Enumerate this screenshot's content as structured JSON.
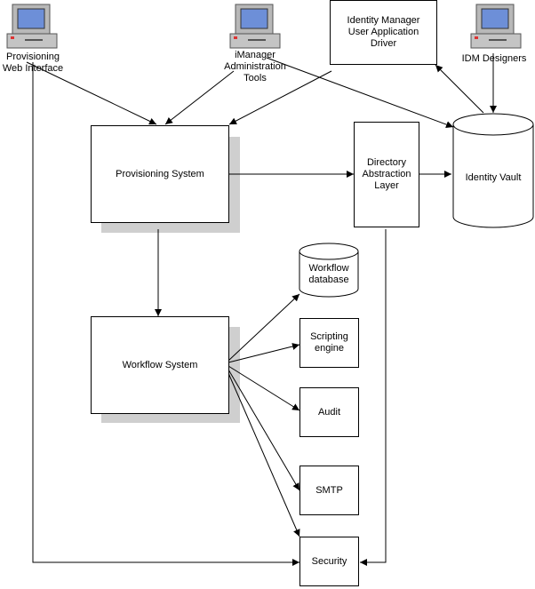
{
  "computers": {
    "provisioning_web": "Provisioning\nWeb Interface",
    "imanager": "iManager\nAdministration\nTools",
    "idm_designers": "IDM Designers"
  },
  "boxes": {
    "idm_driver": "Identity Manager\nUser Application\nDriver",
    "provisioning_system": "Provisioning System",
    "directory_abstraction": "Directory\nAbstraction\nLayer",
    "workflow_system": "Workflow System",
    "scripting_engine": "Scripting\nengine",
    "audit": "Audit",
    "smtp": "SMTP",
    "security": "Security"
  },
  "databases": {
    "identity_vault": "Identity Vault",
    "workflow_database": "Workflow\ndatabase"
  },
  "colors": {
    "line": "#000000",
    "shadow": "#cfcfcf",
    "screen": "#6d8fd8",
    "case": "#b8b8b8"
  }
}
